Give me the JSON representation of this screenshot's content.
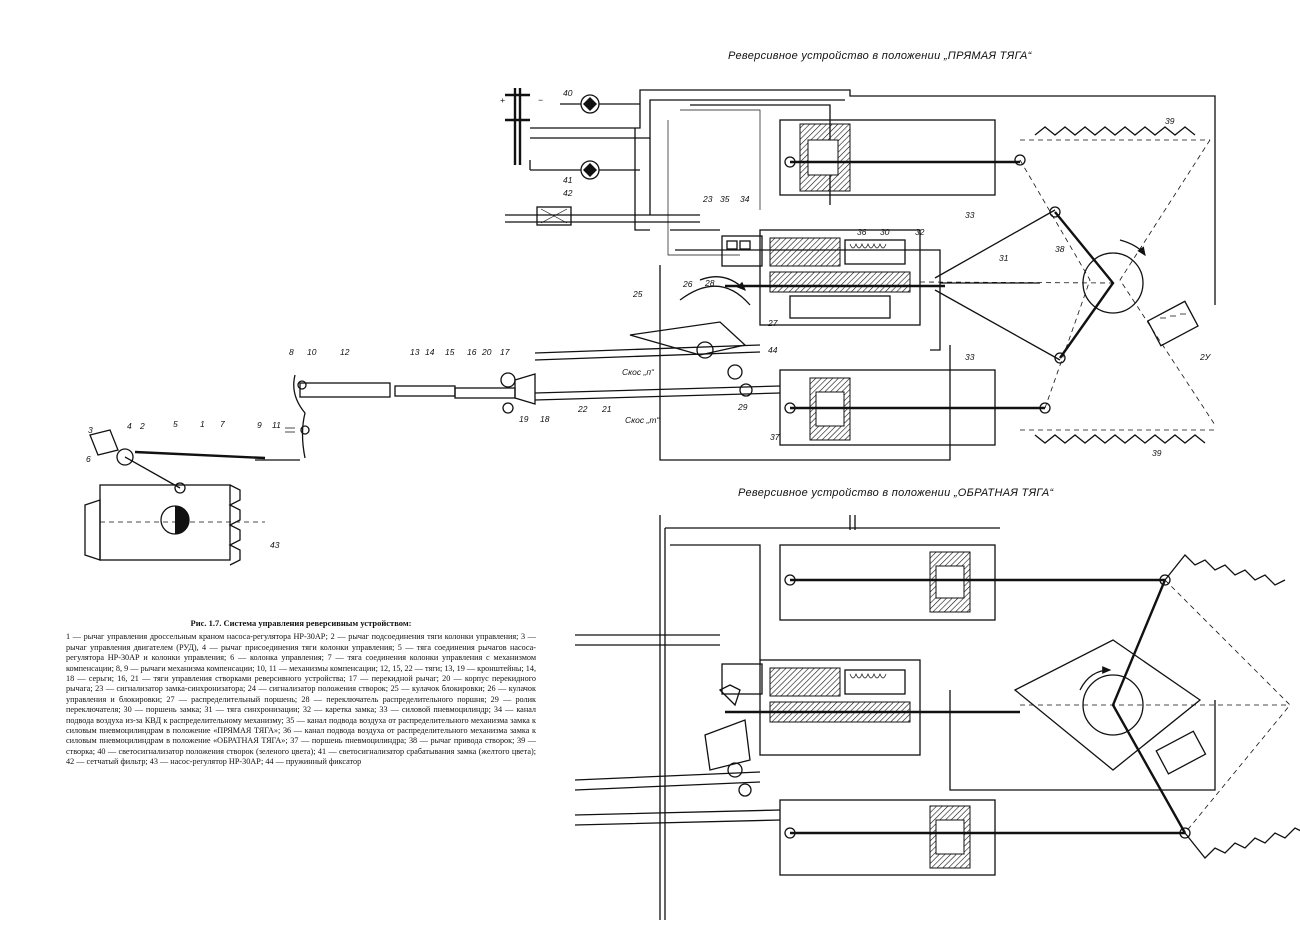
{
  "titles": {
    "upper": "Реверсивное устройство в положении „ПРЯМАЯ ТЯГА“",
    "lower": "Реверсивное устройство в положении „ОБРАТНАЯ ТЯГА“"
  },
  "caption": {
    "title": "Рис. 1.7. Система управления реверсивным устройством:",
    "body": "1 — рычаг управления дроссельным краном насоса-регулятора НР-30АР; 2 — рычаг подсоединения тяги колонки управления; 3 — рычаг управления двигателем (РУД), 4 — рычаг присоединения тяги колонки управления; 5 — тяга соединения рычагов насоса-регулятора НР-30АР и колонки управления; 6 — колонка управления; 7 — тяга соединения колонки управления с механизмом компенсации; 8, 9 — рычаги механизма компенсации; 10, 11 — механизмы компенсации; 12, 15, 22 — тяги; 13, 19 — кронштейны; 14, 18 — серьги; 16, 21 — тяги управления створками реверсивного устройства; 17 — перекидной рычаг; 20 — корпус перекидного рычага; 23 — сигнализатор замка-синхронизатора; 24 — сигнализатор положения створок; 25 — кулачок блокировки; 26 — кулачок управления и блокировки; 27 — распределительный поршень; 28 — переключатель распределительного поршня; 29 — ролик переключателя; 30 — поршень замка; 31 — тяга синхронизации; 32 — каретка замка; 33 — силовой пневмоцилиндр; 34 — канал подвода воздуха из-за КВД к распределительному механизму; 35 — канал подвода воздуха от распределительного механизма замка к силовым пневмоцилиндрам в положение «ПРЯМАЯ ТЯГА»; 36 — канал подвода воздуха от распределительного механизма замка к силовым пневмоцилиндрам в положение «ОБРАТНАЯ ТЯГА»; 37 — поршень пневмоцилиндра; 38 — рычаг привода створок; 39 — створка; 40 — светосигнализатор положения створок (зеленого цвета); 41 — светосигнализатор срабатывания замка (желтого цвета); 42 — сетчатый фильтр; 43 — насос-регулятор НР-30АР; 44 — пружинный фиксатор"
  },
  "labels": {
    "n1": "1",
    "n2": "2",
    "n3": "3",
    "n4": "4",
    "n5": "5",
    "n6": "6",
    "n7": "7",
    "n8": "8",
    "n9": "9",
    "n10": "10",
    "n11": "11",
    "n12": "12",
    "n13": "13",
    "n14": "14",
    "n15": "15",
    "n16": "16",
    "n17": "17",
    "n18": "18",
    "n19": "19",
    "n20": "20",
    "n21": "21",
    "n22": "22",
    "n23": "23",
    "n25": "25",
    "n26": "26",
    "n27": "27",
    "n28": "28",
    "n29": "29",
    "n30": "30",
    "n31": "31",
    "n32": "32",
    "n33a": "33",
    "n33b": "33",
    "n34": "34",
    "n35": "35",
    "n36": "36",
    "n37": "37",
    "n38": "38",
    "n39a": "39",
    "n39b": "39",
    "n40": "40",
    "n41": "41",
    "n42": "42",
    "n43": "43",
    "n44": "44",
    "n2u": "2У",
    "plus": "+",
    "minus": "−",
    "skos_p": "Скос „п“",
    "skos_m": "Скос „т“"
  }
}
